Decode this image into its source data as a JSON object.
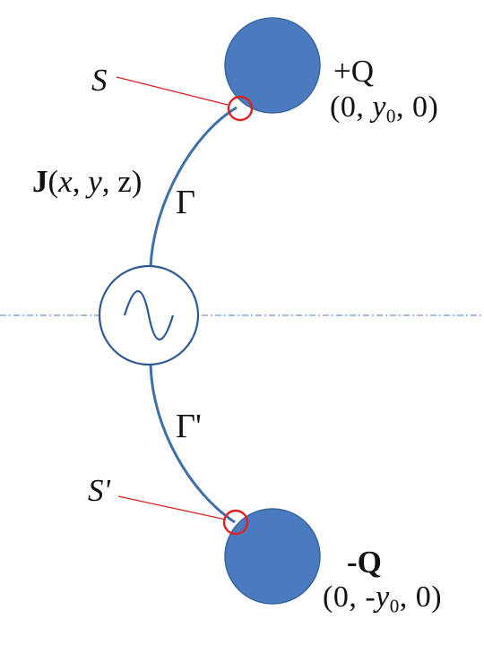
{
  "labels": {
    "surface_top": "S",
    "surface_bottom": "S'",
    "charge_top": "+Q",
    "charge_bottom": "-Q",
    "path_top": "Γ",
    "path_bottom": "Γ'",
    "current_density": {
      "symbol": "J",
      "args": [
        "(",
        "x",
        ", ",
        "y",
        ", z)"
      ]
    },
    "coord_top": {
      "open": "(0, ",
      "var": "y",
      "sub": "0",
      "close": ", 0)"
    },
    "coord_bottom": {
      "open": "(0, -",
      "var": "y",
      "sub": "0",
      "close": ", 0)"
    }
  },
  "colors": {
    "charge_fill": "#4a7bbf",
    "charge_stroke": "#3a659f",
    "wire": "#3f6fa8",
    "source_stroke": "#2c5a92",
    "surface_marker": "#e02020",
    "leader_line": "#e02020",
    "axis": "#4a7bbf",
    "text": "#111111"
  },
  "icons": {
    "source": "ac-source-icon"
  }
}
